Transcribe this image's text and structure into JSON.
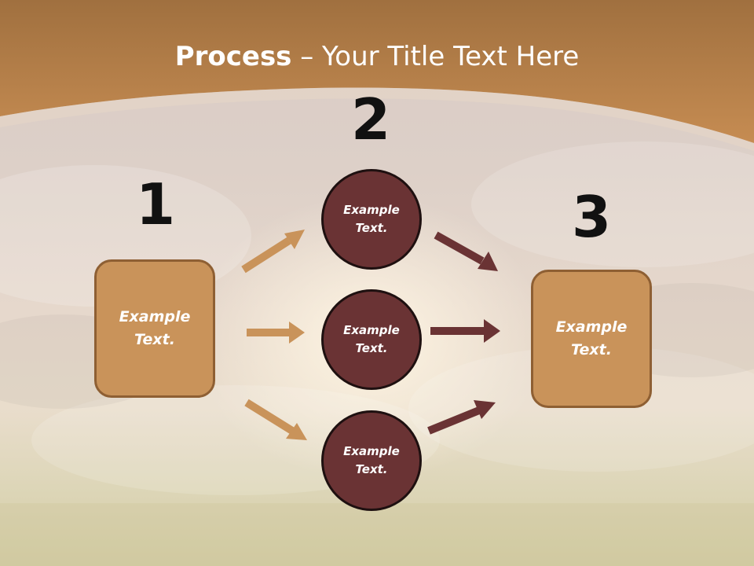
{
  "title": {
    "strong": "Process",
    "rest": " – Your Title Text Here"
  },
  "steps": [
    {
      "number": "1",
      "text": "Example\nText."
    },
    {
      "number": "2",
      "nodes": [
        "Example\nText.",
        "Example\nText.",
        "Example\nText."
      ]
    },
    {
      "number": "3",
      "text": "Example\nText."
    }
  ],
  "colors": {
    "band": "#b8814a",
    "box": "#c9935a",
    "circle": "#6a3334",
    "arrow_light": "#c9935a",
    "arrow_dark": "#6a3334"
  }
}
